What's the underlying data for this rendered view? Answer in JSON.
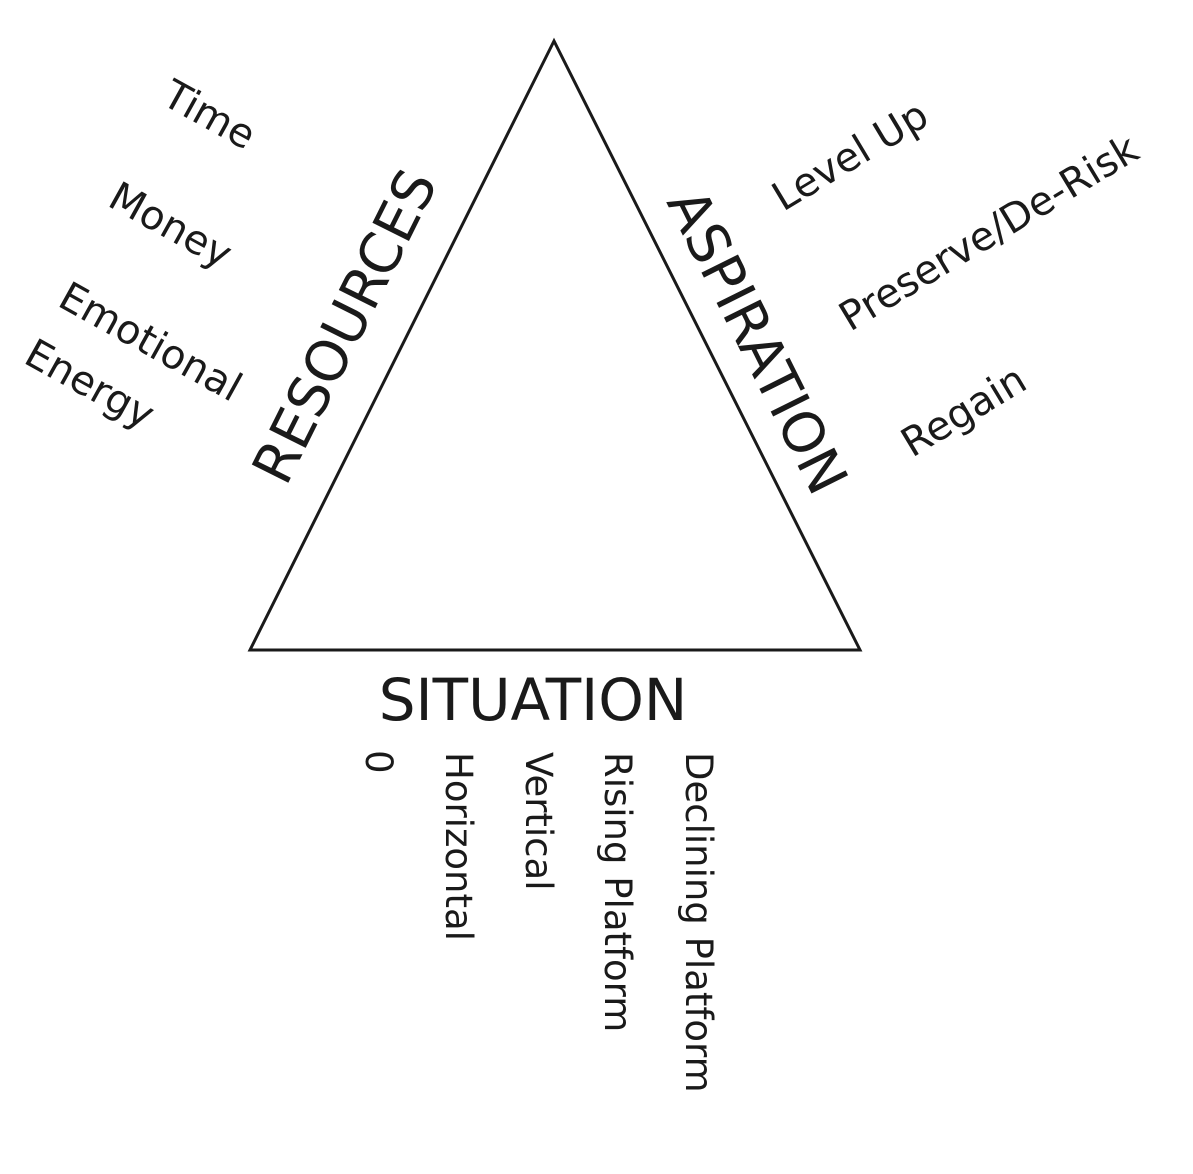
{
  "colors": {
    "stroke": "#1a1a1a",
    "text": "#1a1a1a",
    "background": "#ffffff"
  },
  "sides": {
    "resources": "RESOURCES",
    "aspiration": "ASPIRATION",
    "situation": "SITUATION"
  },
  "resources_items": {
    "time": "Time",
    "money": "Money",
    "emotional": "Emotional",
    "energy": "Energy"
  },
  "aspiration_items": {
    "level_up": "Level Up",
    "preserve": "Preserve/De-Risk",
    "regain": "Regain"
  },
  "situation_items": {
    "zero": "0",
    "horizontal": "Horizontal",
    "vertical": "Vertical",
    "rising": "Rising Platform",
    "declining": "Declining Platform"
  }
}
